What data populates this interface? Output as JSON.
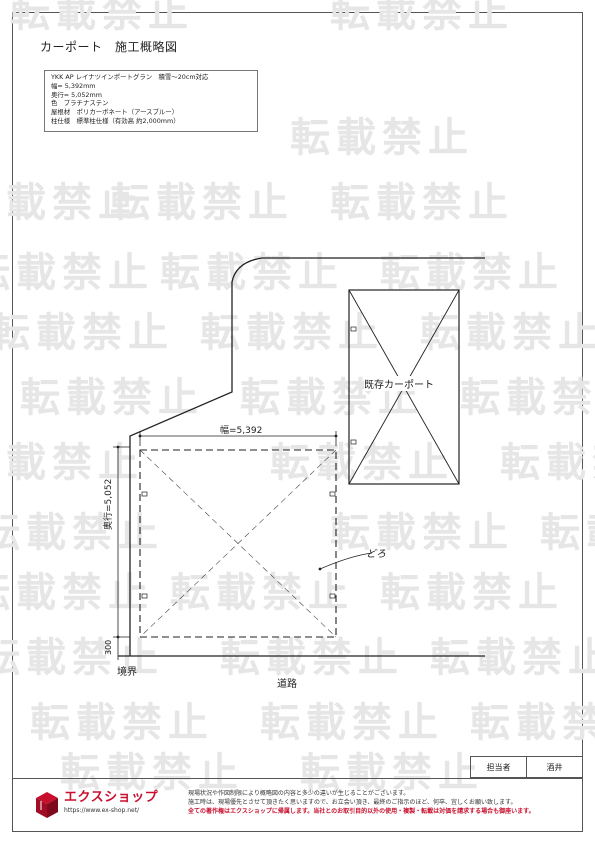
{
  "title": "カーポート　施工概略図",
  "spec": {
    "line1": "YKK AP レイナツインポートグラン　積雪～20cm対応",
    "line2": "幅= 5,392mm",
    "line3": "奥行= 5,052mm",
    "line4": "色　プラチナステン",
    "line5": "屋根材　ポリカーボネート（アースブルー）",
    "line6": "柱仕様　標準柱仕様（有効高 約2,000mm）"
  },
  "watermark": "転載禁止",
  "labels": {
    "width": "幅=5,392",
    "depth": "奥行=5,052",
    "offset": "300",
    "existing": "既存カーポート",
    "gutter": "どろ",
    "boundary": "境界",
    "road": "道路"
  },
  "footer": {
    "tanto_label": "担当者",
    "tanto_name": "酒井",
    "brand": "エクスショップ",
    "url": "https://www.ex-shop.net/",
    "note1": "現場状況や作図制限により概略図の内容と多少の違いが生じることがございます。",
    "note2": "施工時は、現場優先とさせて頂きたく思いますので、お立会い頂き、最終のご指示のほど、何卒、宜しくお願い致します。",
    "note3": "全ての著作権はエクスショップに帰属します。当社とのお取引目的以外の使用・複製・転載は対価を請求する場合も御座います。"
  }
}
